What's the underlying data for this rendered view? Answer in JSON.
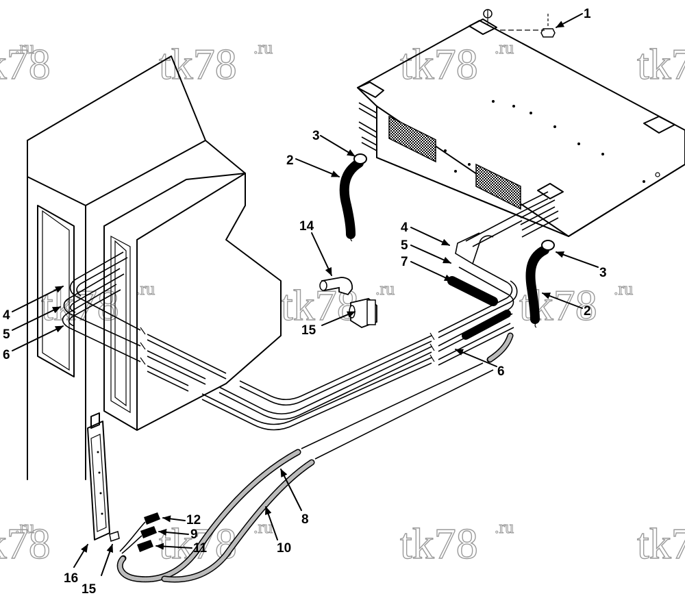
{
  "watermark": {
    "main": "tk78",
    "suffix": ".ru"
  },
  "callouts": [
    {
      "id": "c1a",
      "label": "1"
    },
    {
      "id": "c2a",
      "label": "2"
    },
    {
      "id": "c3a",
      "label": "3"
    },
    {
      "id": "c14",
      "label": "14"
    },
    {
      "id": "c4a",
      "label": "4"
    },
    {
      "id": "c5a",
      "label": "5"
    },
    {
      "id": "c7",
      "label": "7"
    },
    {
      "id": "c3b",
      "label": "3"
    },
    {
      "id": "c2b",
      "label": "2"
    },
    {
      "id": "c4b",
      "label": "4"
    },
    {
      "id": "c5b",
      "label": "5"
    },
    {
      "id": "c6a",
      "label": "6"
    },
    {
      "id": "c15a",
      "label": "15"
    },
    {
      "id": "c6b",
      "label": "6"
    },
    {
      "id": "c8",
      "label": "8"
    },
    {
      "id": "c12",
      "label": "12"
    },
    {
      "id": "c9",
      "label": "9"
    },
    {
      "id": "c11",
      "label": "11"
    },
    {
      "id": "c10",
      "label": "10"
    },
    {
      "id": "c16",
      "label": "16"
    },
    {
      "id": "c15b",
      "label": "15"
    }
  ]
}
